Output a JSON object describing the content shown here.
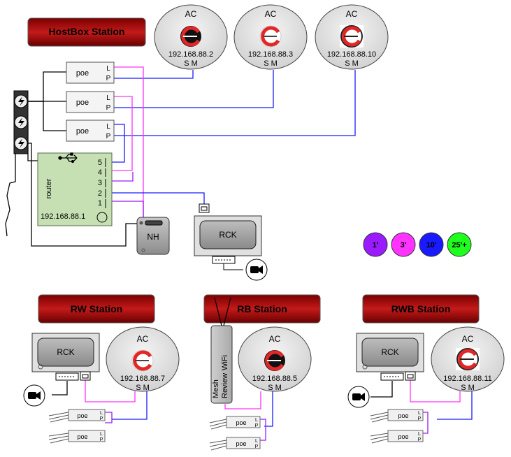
{
  "stations": {
    "hostbox": "HostBox Station",
    "rw": "RW Station",
    "rb": "RB Station",
    "rwb": "RWB Station"
  },
  "ac_units": [
    {
      "label": "AC",
      "ip": "192.168.88.2",
      "ports": "S M"
    },
    {
      "label": "AC",
      "ip": "192.168.88.3",
      "ports": "S M"
    },
    {
      "label": "AC",
      "ip": "192.168.88.10",
      "ports": "S M"
    },
    {
      "label": "AC",
      "ip": "192.168.88.7",
      "ports": "S M"
    },
    {
      "label": "AC",
      "ip": "192.168.88.5",
      "ports": "S M"
    },
    {
      "label": "AC",
      "ip": "192.168.88.11",
      "ports": "S M"
    }
  ],
  "poe": {
    "label": "poe",
    "port_l": "L",
    "port_p": "P"
  },
  "router": {
    "label": "router",
    "ip": "192.168.88.1",
    "ports": [
      "5",
      "4",
      "3",
      "2",
      "1"
    ]
  },
  "nh": {
    "label": "NH"
  },
  "rck": {
    "label": "RCK"
  },
  "mesh": {
    "line1": "Mesh",
    "line2": "Review",
    "line3": "WiFi"
  },
  "legend": [
    {
      "label": "1'",
      "color": "#9b1bff"
    },
    {
      "label": "3'",
      "color": "#ff33ff"
    },
    {
      "label": "10'",
      "color": "#1a1aff"
    },
    {
      "label": "25'+",
      "color": "#1eff1e"
    }
  ],
  "colors": {
    "cable_1ft": "#9b1bff",
    "cable_3ft": "#ff33ff",
    "cable_10ft": "#1a1aff",
    "banner": "#8b0000",
    "router_fill": "#c6e0b4",
    "ac_fill": "#e8e8e8"
  }
}
